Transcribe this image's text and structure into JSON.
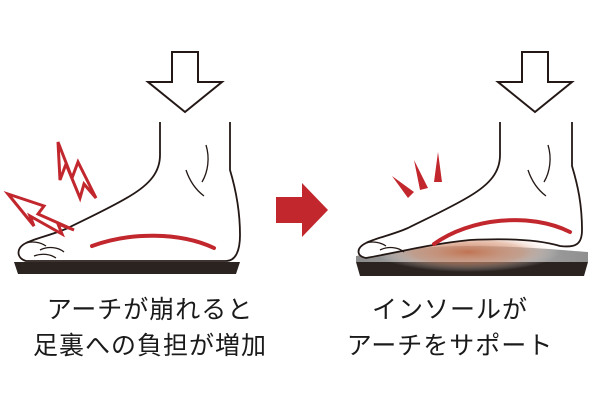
{
  "left_panel": {
    "caption_line1": "アーチが崩れると",
    "caption_line2": "足裏への負担が増加"
  },
  "right_panel": {
    "caption_line1": "インソールが",
    "caption_line2": "アーチをサポート"
  },
  "colors": {
    "accent_red": "#c1272d",
    "outline": "#231815",
    "sole": "#2a2320",
    "insole_glow": "#c0704d"
  },
  "icons": [
    "down-arrow-outline-icon",
    "right-arrow-icon",
    "lightning-pain-icon",
    "impact-lines-icon"
  ]
}
